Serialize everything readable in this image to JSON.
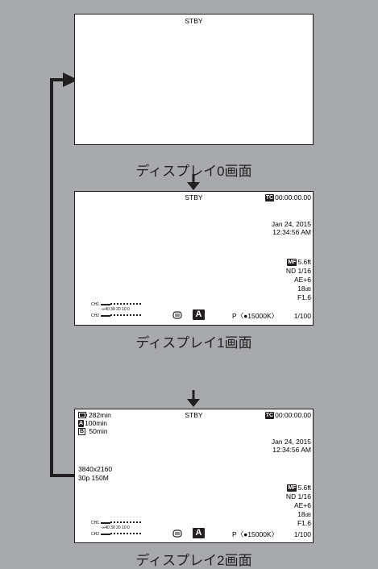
{
  "colors": {
    "background": "#a7a9ac",
    "screen_fill": "#ffffff",
    "arrow": "#231f20"
  },
  "icons": {
    "battery": "battery-icon",
    "slot_a": "slot-a-icon",
    "slot_b": "slot-b-icon",
    "timecode": "tc-icon",
    "focus": "mf-icon",
    "stabilizer": "stabilizer-icon",
    "mode": "auto-mode-icon"
  },
  "screen0": {
    "status": "STBY",
    "caption": "ディスプレイ0画面"
  },
  "screen1": {
    "status": "STBY",
    "tc_badge": "TC",
    "timecode": "00:00:00.00",
    "date": "Jan 24, 2015",
    "time": "12:34:56 AM",
    "mf_badge": "MF",
    "focus": "5.6ft",
    "nd": "ND 1/16",
    "ae": "AE+6",
    "gain_value": "18",
    "gain_unit": "dB",
    "iris": "F1.6",
    "wb": "P〈●15000K〉",
    "shutter": "1/100",
    "ch1": "CH1",
    "ch2": "CH2",
    "meter_ticks": "-∞40 30  20  10  0",
    "mode": "A",
    "caption": "ディスプレイ1画面"
  },
  "screen2": {
    "status": "STBY",
    "battery": "282min",
    "slot_a_label": "A",
    "slot_a": "100min",
    "slot_b_label": "B",
    "slot_b": "50min",
    "tc_badge": "TC",
    "timecode": "00:00:00.00",
    "date": "Jan 24, 2015",
    "time": "12:34:56 AM",
    "resolution": "3840x2160",
    "format": "30p 150M",
    "mf_badge": "MF",
    "focus": "5.6ft",
    "nd": "ND 1/16",
    "ae": "AE+6",
    "gain_value": "18",
    "gain_unit": "dB",
    "iris": "F1.6",
    "wb": "P〈●15000K〉",
    "shutter": "1/100",
    "ch1": "CH1",
    "ch2": "CH2",
    "meter_ticks": "-∞40 30  20  10  0",
    "mode": "A",
    "caption": "ディスプレイ2画面"
  }
}
